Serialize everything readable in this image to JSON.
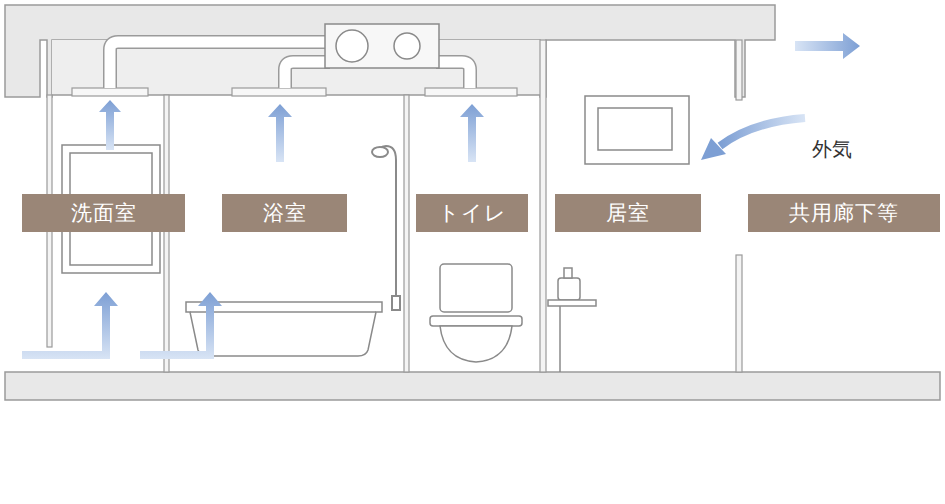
{
  "diagram": {
    "nodes": [
      {
        "text": [
          "洗面室"
        ]
      },
      {
        "text": [
          "浴室"
        ]
      },
      {
        "text": [
          "トイレ"
        ]
      },
      {
        "text": [
          "居室"
        ]
      },
      {
        "text": [
          "共用廊下等"
        ]
      }
    ],
    "labels": [
      "外気"
    ]
  }
}
